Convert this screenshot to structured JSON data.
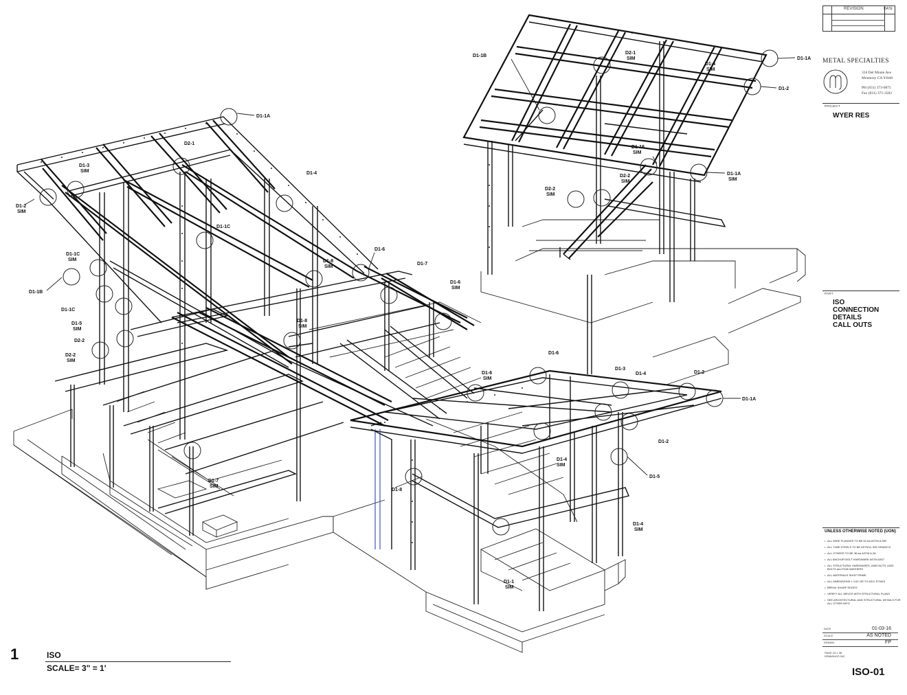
{
  "title_block": {
    "revision_header": "REVISION",
    "date_header": "DATE",
    "company": "METAL SPECIALTIES",
    "address_line1": "334 Del Monte Ave",
    "address_line2": "Monterey CA 93940",
    "phone": "PH (831) 373-0875",
    "fax": "Fax (831) 375-3582",
    "project_label": "PROJECT",
    "project_name": "WYER RES",
    "part_label": "PART",
    "part_lines": [
      "ISO",
      "CONNECTION",
      "DETAILS",
      "CALL OUTS"
    ],
    "notes_title": "UNLESS OTHERWISE NOTED  (UON)",
    "notes": [
      "ALL WIDE FLANGES TO BE 50 ksi ASTM  A-992",
      "ALL TUBE STEELS TO BE ASTM A- 500 GRADE B",
      "ALL OTHERS TO BE 36 ksi ASTM  A-36",
      "ALL ANCHOR BOLT HARDWARE ASTM A307",
      "ALL STRUCTURAL HARDWARES, A563 NUTS, A325 BOLTS and F436 WASHERS",
      "ALL MATERIALS  SHOP PRIME",
      "ALL DIMENSIONS ± 1/32 OR TO ASCI STNDS",
      "BREAK SHARP EDGES",
      "VERIFY ALL WELDS WITH STRUCTURAL PLANS",
      "SEE ARCHITECTURAL AND STRUCTURAL DETAILS FOR ALL OTHER INFO"
    ],
    "date_label": "DATE",
    "date_value": "01-03-16",
    "scale_label": "SCALE",
    "scale_value": "AS NOTED",
    "drawn_label": "DRAWN",
    "drawn_value": "FP",
    "page_line1": "PAGE 24 x 36",
    "page_line2": "DRAWINGS INC",
    "sheet_number": "ISO-01"
  },
  "caption": {
    "number": "1",
    "view": "ISO",
    "scale": "SCALE=  3\" = 1'"
  },
  "callouts": [
    {
      "id": "c1",
      "text": "D1-1A"
    },
    {
      "id": "c2",
      "text": "D2-1"
    },
    {
      "id": "c3",
      "text": "D1-3"
    },
    {
      "id": "c4",
      "text": "SIM"
    },
    {
      "id": "c5",
      "text": "D1-4"
    },
    {
      "id": "c6",
      "text": "D1-2"
    },
    {
      "id": "c7",
      "text": "SIM"
    },
    {
      "id": "c8",
      "text": "D1-1C"
    },
    {
      "id": "c9",
      "text": "D1-1C"
    },
    {
      "id": "c10",
      "text": "SIM"
    },
    {
      "id": "c11",
      "text": "D1-1B"
    },
    {
      "id": "c12",
      "text": "D1-1C"
    },
    {
      "id": "c13",
      "text": "D1-5"
    },
    {
      "id": "c14",
      "text": "SIM"
    },
    {
      "id": "c15",
      "text": "D2-2"
    },
    {
      "id": "c16",
      "text": "D2-2"
    },
    {
      "id": "c17",
      "text": "SIM"
    },
    {
      "id": "c18",
      "text": "D1-6"
    },
    {
      "id": "c19",
      "text": "D1-8"
    },
    {
      "id": "c20",
      "text": "SIM"
    },
    {
      "id": "c21",
      "text": "D1-7"
    },
    {
      "id": "c22",
      "text": "D1-6"
    },
    {
      "id": "c23",
      "text": "SIM"
    },
    {
      "id": "c24",
      "text": "D1-8"
    },
    {
      "id": "c25",
      "text": "SIM"
    },
    {
      "id": "c26",
      "text": "D1-6"
    },
    {
      "id": "c27",
      "text": "D1-6"
    },
    {
      "id": "c28",
      "text": "SIM"
    },
    {
      "id": "c29",
      "text": "D1-3"
    },
    {
      "id": "c30",
      "text": "D1-4"
    },
    {
      "id": "c31",
      "text": "D1-2"
    },
    {
      "id": "c32",
      "text": "D1-1A"
    },
    {
      "id": "c33",
      "text": "D1-2"
    },
    {
      "id": "c34",
      "text": "D1-4"
    },
    {
      "id": "c35",
      "text": "SIM"
    },
    {
      "id": "c36",
      "text": "D1-5"
    },
    {
      "id": "c37",
      "text": "D1-7"
    },
    {
      "id": "c38",
      "text": "SIM"
    },
    {
      "id": "c39",
      "text": "D1-8"
    },
    {
      "id": "c40",
      "text": "D1-4"
    },
    {
      "id": "c41",
      "text": "SIM"
    },
    {
      "id": "c42",
      "text": "D1-1"
    },
    {
      "id": "c43",
      "text": "SIM"
    },
    {
      "id": "c44",
      "text": "D1-1B"
    },
    {
      "id": "c45",
      "text": "D2-1"
    },
    {
      "id": "c46",
      "text": "SIM"
    },
    {
      "id": "c47",
      "text": "D1-1A"
    },
    {
      "id": "c48",
      "text": "D1-4"
    },
    {
      "id": "c49",
      "text": "SIM"
    },
    {
      "id": "c50",
      "text": "D1-2"
    },
    {
      "id": "c51",
      "text": "D1-16"
    },
    {
      "id": "c52",
      "text": "SIM"
    },
    {
      "id": "c53",
      "text": "D2-2"
    },
    {
      "id": "c54",
      "text": "SIM"
    },
    {
      "id": "c55",
      "text": "D2-2"
    },
    {
      "id": "c56",
      "text": "SIM"
    },
    {
      "id": "c57",
      "text": "D1-1A"
    },
    {
      "id": "c58",
      "text": "SIM"
    }
  ]
}
